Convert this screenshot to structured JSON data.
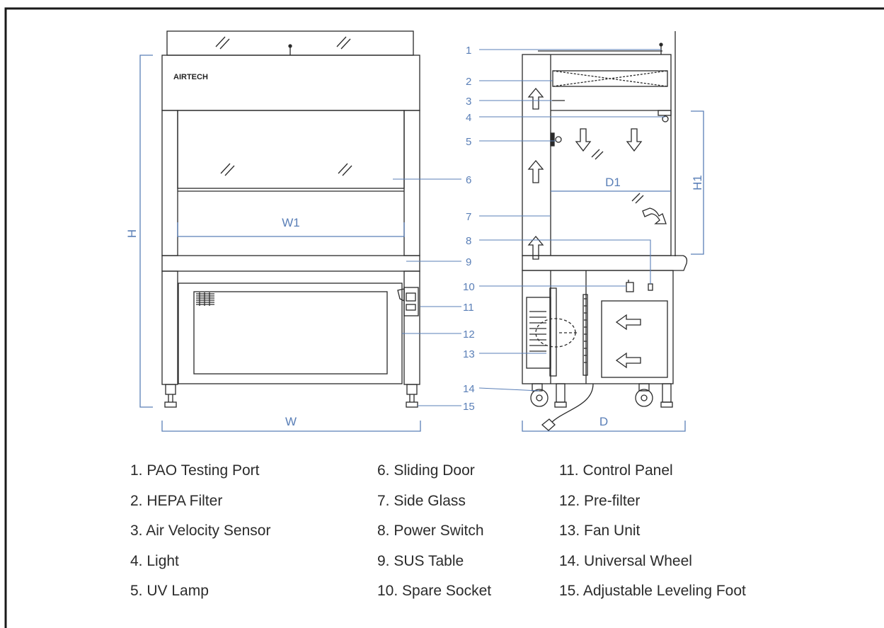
{
  "brand_label": "AIRTECH",
  "callout_numbers": [
    "1",
    "2",
    "3",
    "4",
    "5",
    "6",
    "7",
    "8",
    "9",
    "10",
    "11",
    "12",
    "13",
    "14",
    "15"
  ],
  "dimensions": {
    "height": "H",
    "inner_width": "W1",
    "width": "W",
    "inner_depth": "D1",
    "inner_height": "H1",
    "depth": "D"
  },
  "legend": {
    "column1": [
      "1. PAO Testing Port",
      "2. HEPA Filter",
      "3. Air Velocity Sensor",
      "4. Light",
      "5. UV Lamp"
    ],
    "column2": [
      "6. Sliding Door",
      "7. Side Glass",
      "8. Power Switch",
      "9. SUS Table",
      "10. Spare Socket"
    ],
    "column3": [
      "11. Control Panel",
      "12. Pre-filter",
      "13. Fan Unit",
      "14. Universal Wheel",
      "15. Adjustable Leveling Foot"
    ]
  },
  "colors": {
    "dimension_lines": "#5a7fb7",
    "outline": "#2a2a2a",
    "frame": "#1a1a1a"
  }
}
